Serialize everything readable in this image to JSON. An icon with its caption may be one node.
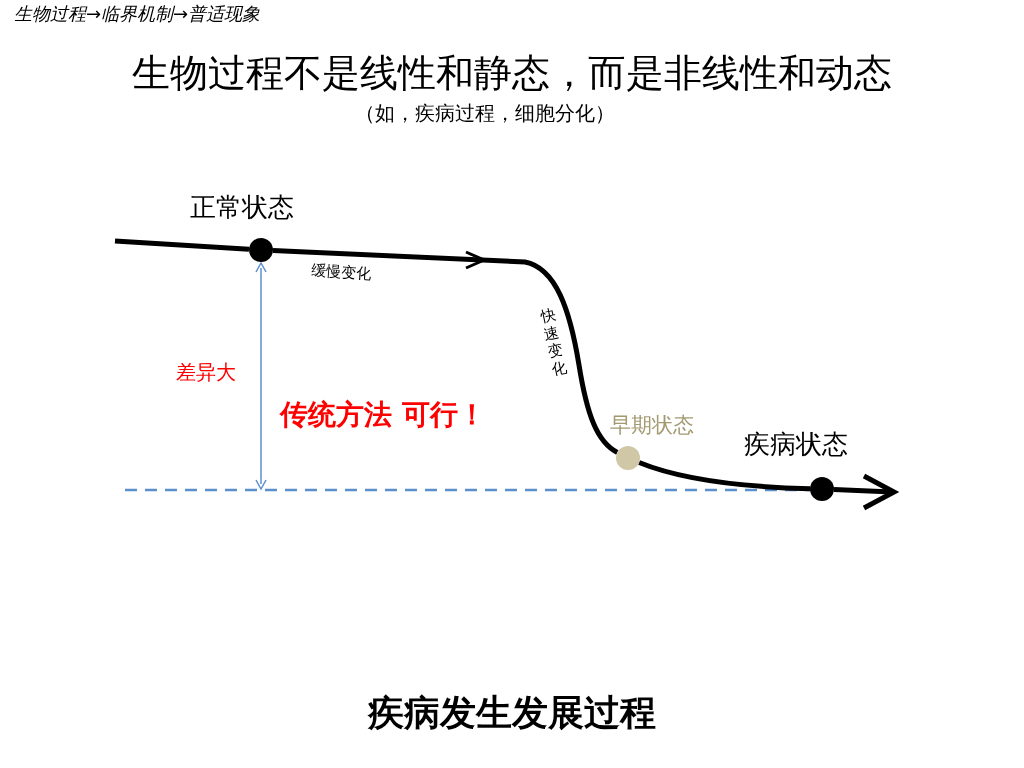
{
  "diagram": {
    "title": "生物过程不是线性和静态，而是非线性和动态",
    "caption": "疾病发生发展过程",
    "nodes": [
      {
        "text": [
          "正常状态"
        ]
      },
      {
        "text": [
          "早期状态"
        ]
      },
      {
        "text": [
          "疾病状态"
        ]
      }
    ],
    "edges": [
      {
        "from": null,
        "to": 0,
        "arrow": "none"
      },
      {
        "from": 0,
        "to": 1,
        "arrow": "to",
        "label": "缓慢变化"
      },
      {
        "from": 1,
        "to": 2,
        "arrow": "none"
      },
      {
        "from": 2,
        "to": null,
        "arrow": "to"
      }
    ],
    "labels": [
      "生物过程→临界机制→普适现象",
      "（如，疾病过程，细胞分化）",
      "快速变化",
      "差异大",
      "传统方法 可行！"
    ]
  }
}
